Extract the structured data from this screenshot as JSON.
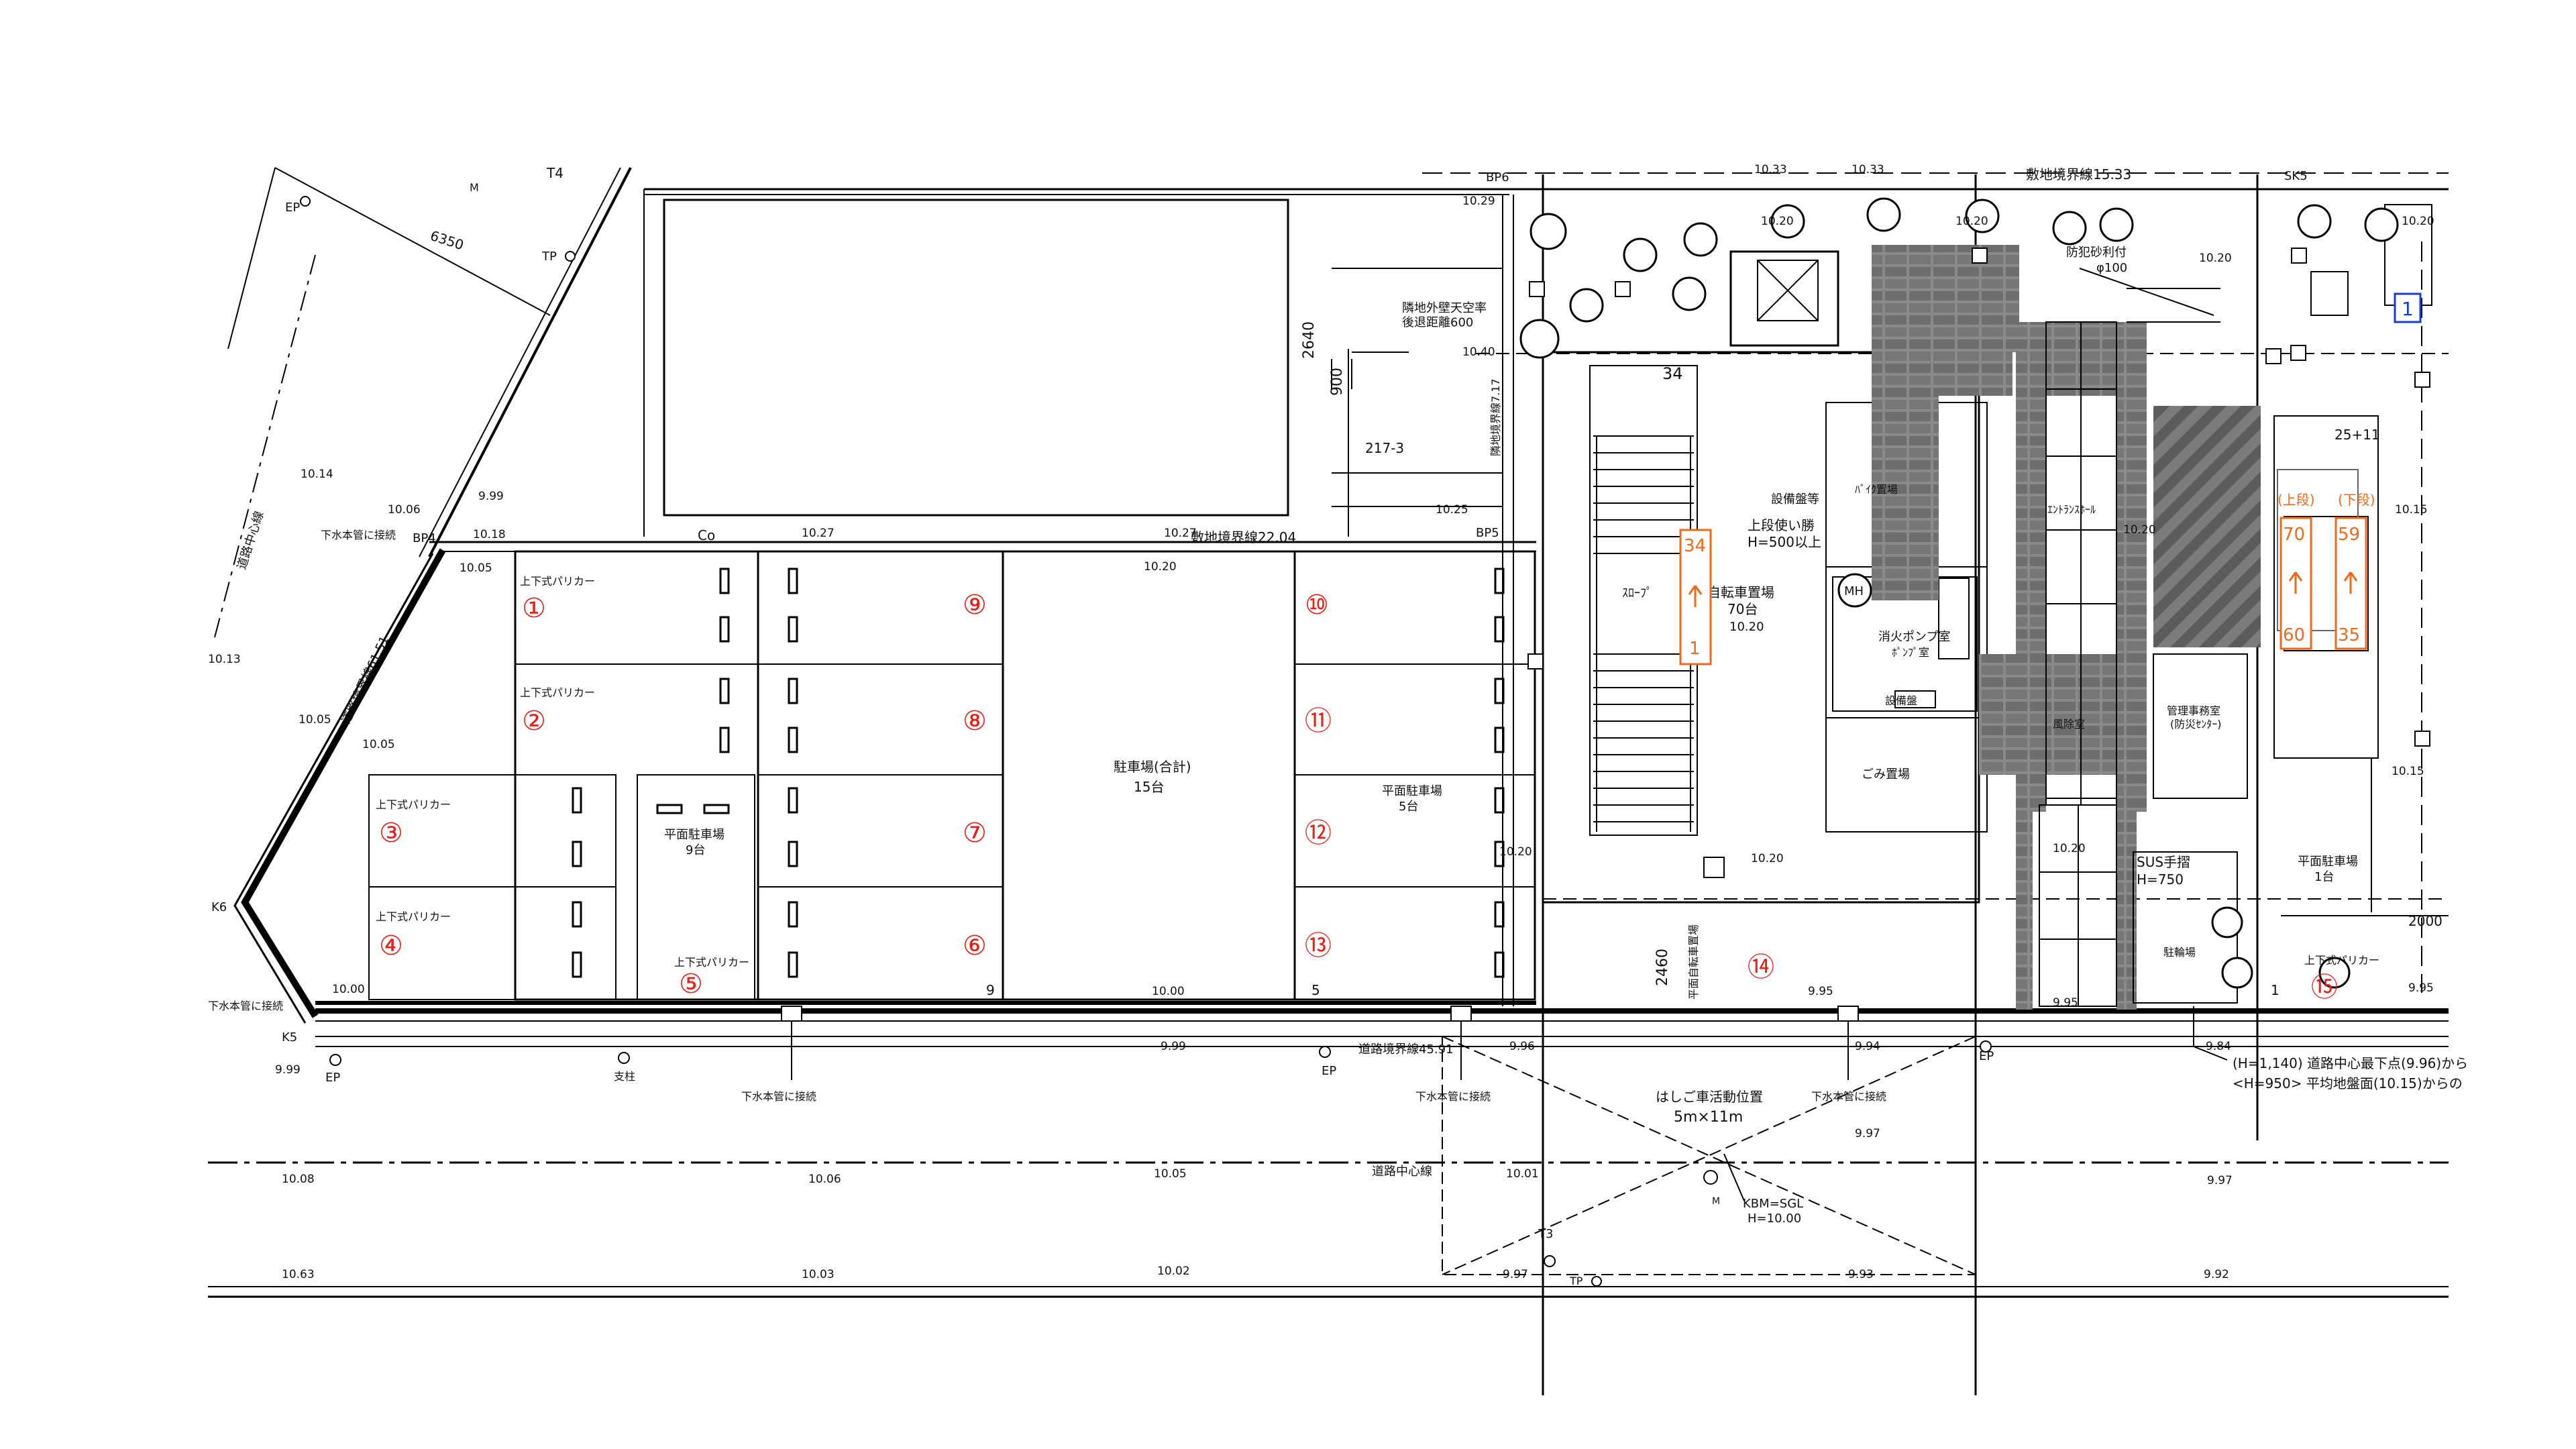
{
  "page": {
    "background": "#ffffff",
    "line_color": "#000000",
    "hatch_color": "#555555",
    "accent_red": "#e8201a",
    "accent_orange": "#ee6a1a",
    "accent_blue": "#1a3cd0"
  },
  "site_labels": {
    "road_boundary_top": "敷地境界線22.04",
    "road_boundary_right_top": "敷地境界線15.33",
    "road_boundary_bottom": "道路境界線45.91",
    "road_boundary_diag": "道路境界線61.51",
    "road_center": "道路中心線",
    "road_center_left": "道路中心線",
    "co_label": "Co",
    "bp6": "BP6",
    "bp5": "BP5",
    "bp4": "BP4",
    "sk5": "SK5",
    "k5": "K5",
    "k6": "K6",
    "t4": "T4",
    "m_top": "M",
    "tp": "TP",
    "ep_top": "EP",
    "ep_left": "EP",
    "ep_mid": "EP",
    "ep_right": "EP",
    "ep_post": "支柱",
    "t3": "T3",
    "m_bot": "M",
    "tp_bot": "TP",
    "dim_6350": "6350",
    "dim_2640": "2640",
    "dim_900": "900",
    "dim_2460": "2460",
    "dim_2000": "2000",
    "lot_217": "217-3",
    "sewer_1": "下水本管に接続",
    "sewer_2": "下水本管に接続",
    "sewer_3": "下水本管に接続",
    "sewer_4": "下水本管に接続",
    "sewer_5": "下水本管に接続",
    "setback_wall": "隣地外壁天空率\n後退距離600",
    "boundary_717": "隣地境界線7.17",
    "fire_area": "はしご車活動位置",
    "fire_size": "5m×11m",
    "kbm": "KBM=SGL",
    "kbm_h": "H=10.00",
    "note_1": "(H=1,140) 道路中心最下点(9.96)から",
    "note_2": "<H=950> 平均地盤面(10.15)からの",
    "box_no": "1"
  },
  "elevations": {
    "e1": "10.29",
    "e2": "10.33",
    "e3": "10.33",
    "e4": "10.20",
    "e5": "10.20",
    "e6": "10.20",
    "e7": "10.20",
    "e8": "10.14",
    "e9": "10.06",
    "e10": "9.99",
    "e11": "10.18",
    "e12": "10.05",
    "e13": "10.13",
    "e14": "10.05",
    "e15": "10.05",
    "e16": "10.00",
    "e17": "10.27",
    "e18": "10.27",
    "e19": "10.20",
    "e20": "10.25",
    "e21": "10.40",
    "e22": "10.20",
    "e23": "10.20",
    "e24": "10.20",
    "e25": "10.00",
    "e26": "10.15",
    "e27": "10.15",
    "e28": "9.95",
    "e29": "9.99",
    "e30": "9.99",
    "e31": "9.96",
    "e32": "9.94",
    "e33": "9.97",
    "e34": "9.84",
    "e35": "9.95",
    "e36": "9.95",
    "e37": "10.08",
    "e38": "10.06",
    "e39": "10.05",
    "e40": "10.01",
    "e41": "9.97",
    "e42": "10.03",
    "e43": "10.02",
    "e44": "10.63",
    "e45": "9.97",
    "e46": "9.93",
    "e47": "9.92",
    "e48": "10.20"
  },
  "parking": {
    "lift_label": "上下式パリカー",
    "s1": "①",
    "s2": "②",
    "s3": "③",
    "s4": "④",
    "s5": "⑤",
    "s6": "⑥",
    "s7": "⑦",
    "s8": "⑧",
    "s9": "⑨",
    "s10": "⑩",
    "s11": "⑪",
    "s12": "⑫",
    "s13": "⑬",
    "s14": "⑭",
    "s15": "⑮",
    "flat_9_title": "平面駐車場",
    "flat_9_count": "9台",
    "flat_5_title": "平面駐車場",
    "flat_5_count": "5台",
    "total_title": "駐車場(合計)",
    "total_count": "15台",
    "flat_1_title": "平面駐車場",
    "flat_1_count": "1台",
    "count_9": "9",
    "count_5": "5",
    "count_1": "1"
  },
  "building": {
    "bicycle_stair": "34",
    "slope": "ｽﾛｰﾌﾟ",
    "bike_title": "自転車置場",
    "bike_count": "70台",
    "bike_lvl": "10.20",
    "upper_bike": "上段使い勝",
    "upper_h": "H=500以上",
    "fire_equip": "設備盤等",
    "fire_pump": "消火ポンプ室",
    "fire_pump2": "ﾎﾟﾝﾌﾟ室",
    "trash": "ごみ置場",
    "mh": "MH",
    "mgmt": "管理事務室",
    "mgmt2": "(防災ｾﾝﾀｰ)",
    "sus": "SUS手摺",
    "sus_h": "H=750",
    "entrance": "ｴﾝﾄﾗﾝｽﾎｰﾙ",
    "corridor": "風除室",
    "bike_25": "25+11",
    "upper": "(上段)",
    "lower": "(下段)",
    "o34": "34",
    "o1": "1",
    "o70": "70",
    "o60": "60",
    "o59": "59",
    "o35": "35",
    "security": "防犯砂利付",
    "drain": "φ100",
    "stair_box": "ﾊﾞｲｸ置場",
    "equip_box": "設備盤",
    "bike_side": "駐輪場",
    "car14_label": "平面自転車置場"
  }
}
